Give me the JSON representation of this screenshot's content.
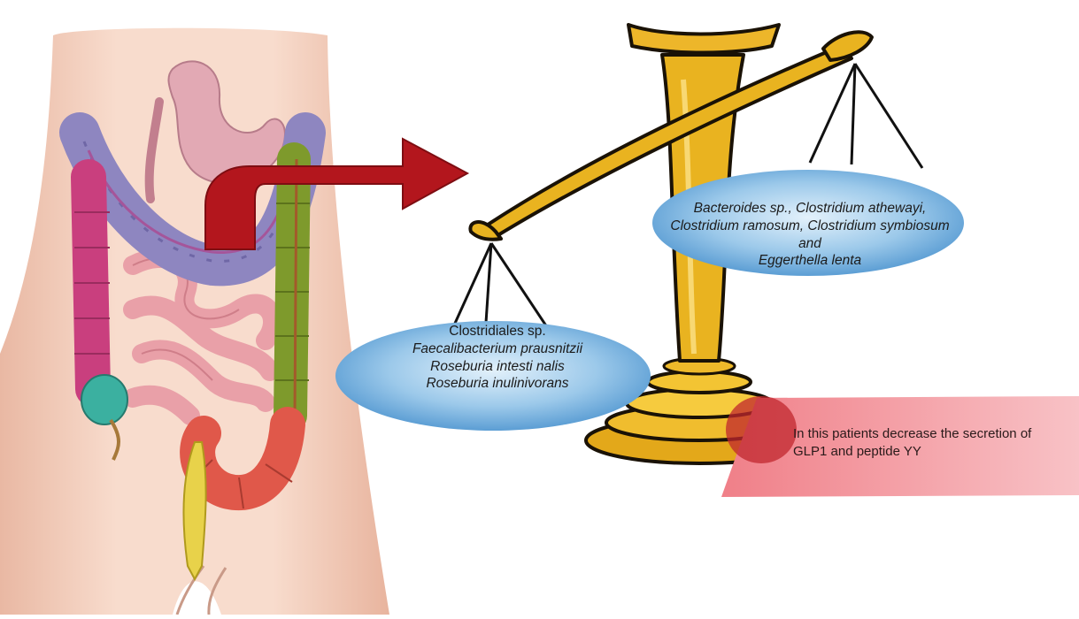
{
  "left_pan": {
    "lines": [
      {
        "text": "Clostridiales sp.",
        "italic": false
      },
      {
        "text": "Faecalibacterium prausnitzii",
        "italic": true
      },
      {
        "text": "Roseburia intesti nalis",
        "italic": true
      },
      {
        "text": "Roseburia inulinivorans",
        "italic": true
      }
    ]
  },
  "right_pan": {
    "lines": [
      {
        "text": "Bacteroides sp., Clostridium athewayi,",
        "italic": true
      },
      {
        "text": "Clostridium ramosum, Clostridium symbiosum and",
        "italic": true
      },
      {
        "text": "Eggerthella lenta",
        "italic": true
      }
    ]
  },
  "note": {
    "line1": "In this patients decrease the secretion of",
    "line2": "GLP1 and peptide YY"
  },
  "colors": {
    "scale_gold": "#e9b320",
    "scale_outline": "#1a1206",
    "pan_blue": "#5a9fd4",
    "pan_blue_light": "#cfe6f7",
    "note_pink": "#f2a0a6",
    "note_red": "#c0272d",
    "arrow_red": "#b3161d",
    "skin": "#f6d3c2",
    "colon_pink": "#c93f7e",
    "colon_purple": "#8e86c0",
    "colon_green": "#7e9a2c",
    "sigmoid_red": "#e0584a",
    "small_intestine": "#eaa0a8",
    "stomach": "#e2a9b4",
    "cecum_teal": "#3bb0a0",
    "rectum_yellow": "#e8d24a"
  }
}
